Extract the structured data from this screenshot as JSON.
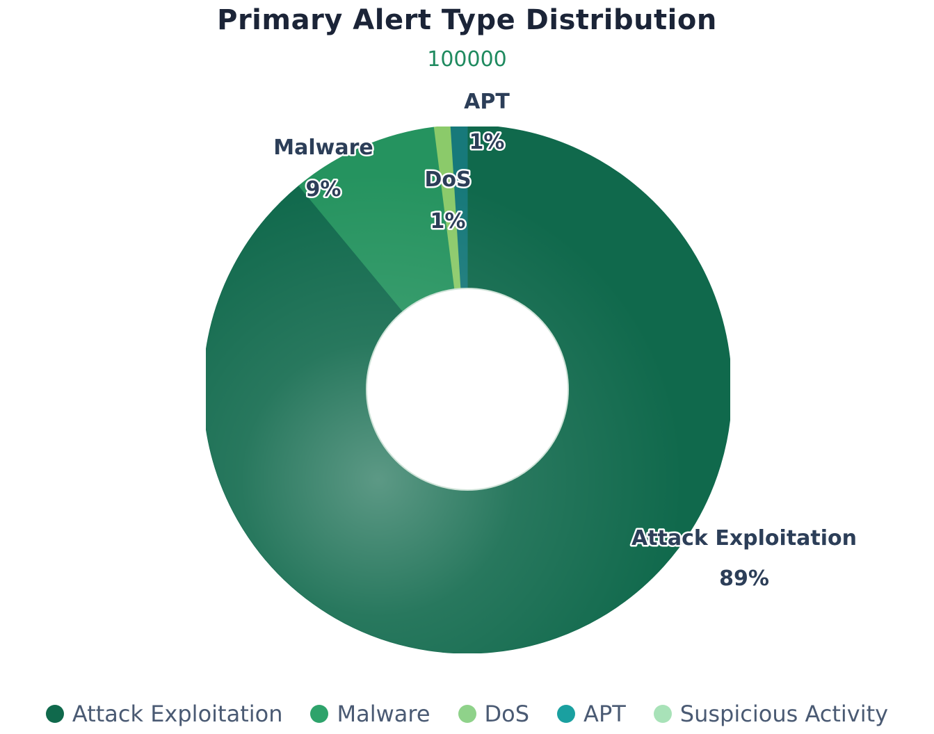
{
  "chart_data": {
    "type": "pie",
    "title": "Primary Alert Type Distribution",
    "total_label": "100000",
    "hole": true,
    "categories": [
      "Attack Exploitation",
      "Malware",
      "DoS",
      "APT",
      "Suspicious Activity"
    ],
    "values": [
      89,
      9,
      1,
      1,
      0
    ],
    "percent_labels": [
      "89%",
      "9%",
      "1%",
      "1%",
      ""
    ],
    "colors": [
      "#10694c",
      "#25935f",
      "#8bca6a",
      "#17797a",
      "#a8dfb0"
    ],
    "legend_colors": [
      "#10694c",
      "#2ea36b",
      "#8fd28a",
      "#1aa0a0",
      "#a8e2b8"
    ],
    "legend_position": "bottom"
  }
}
